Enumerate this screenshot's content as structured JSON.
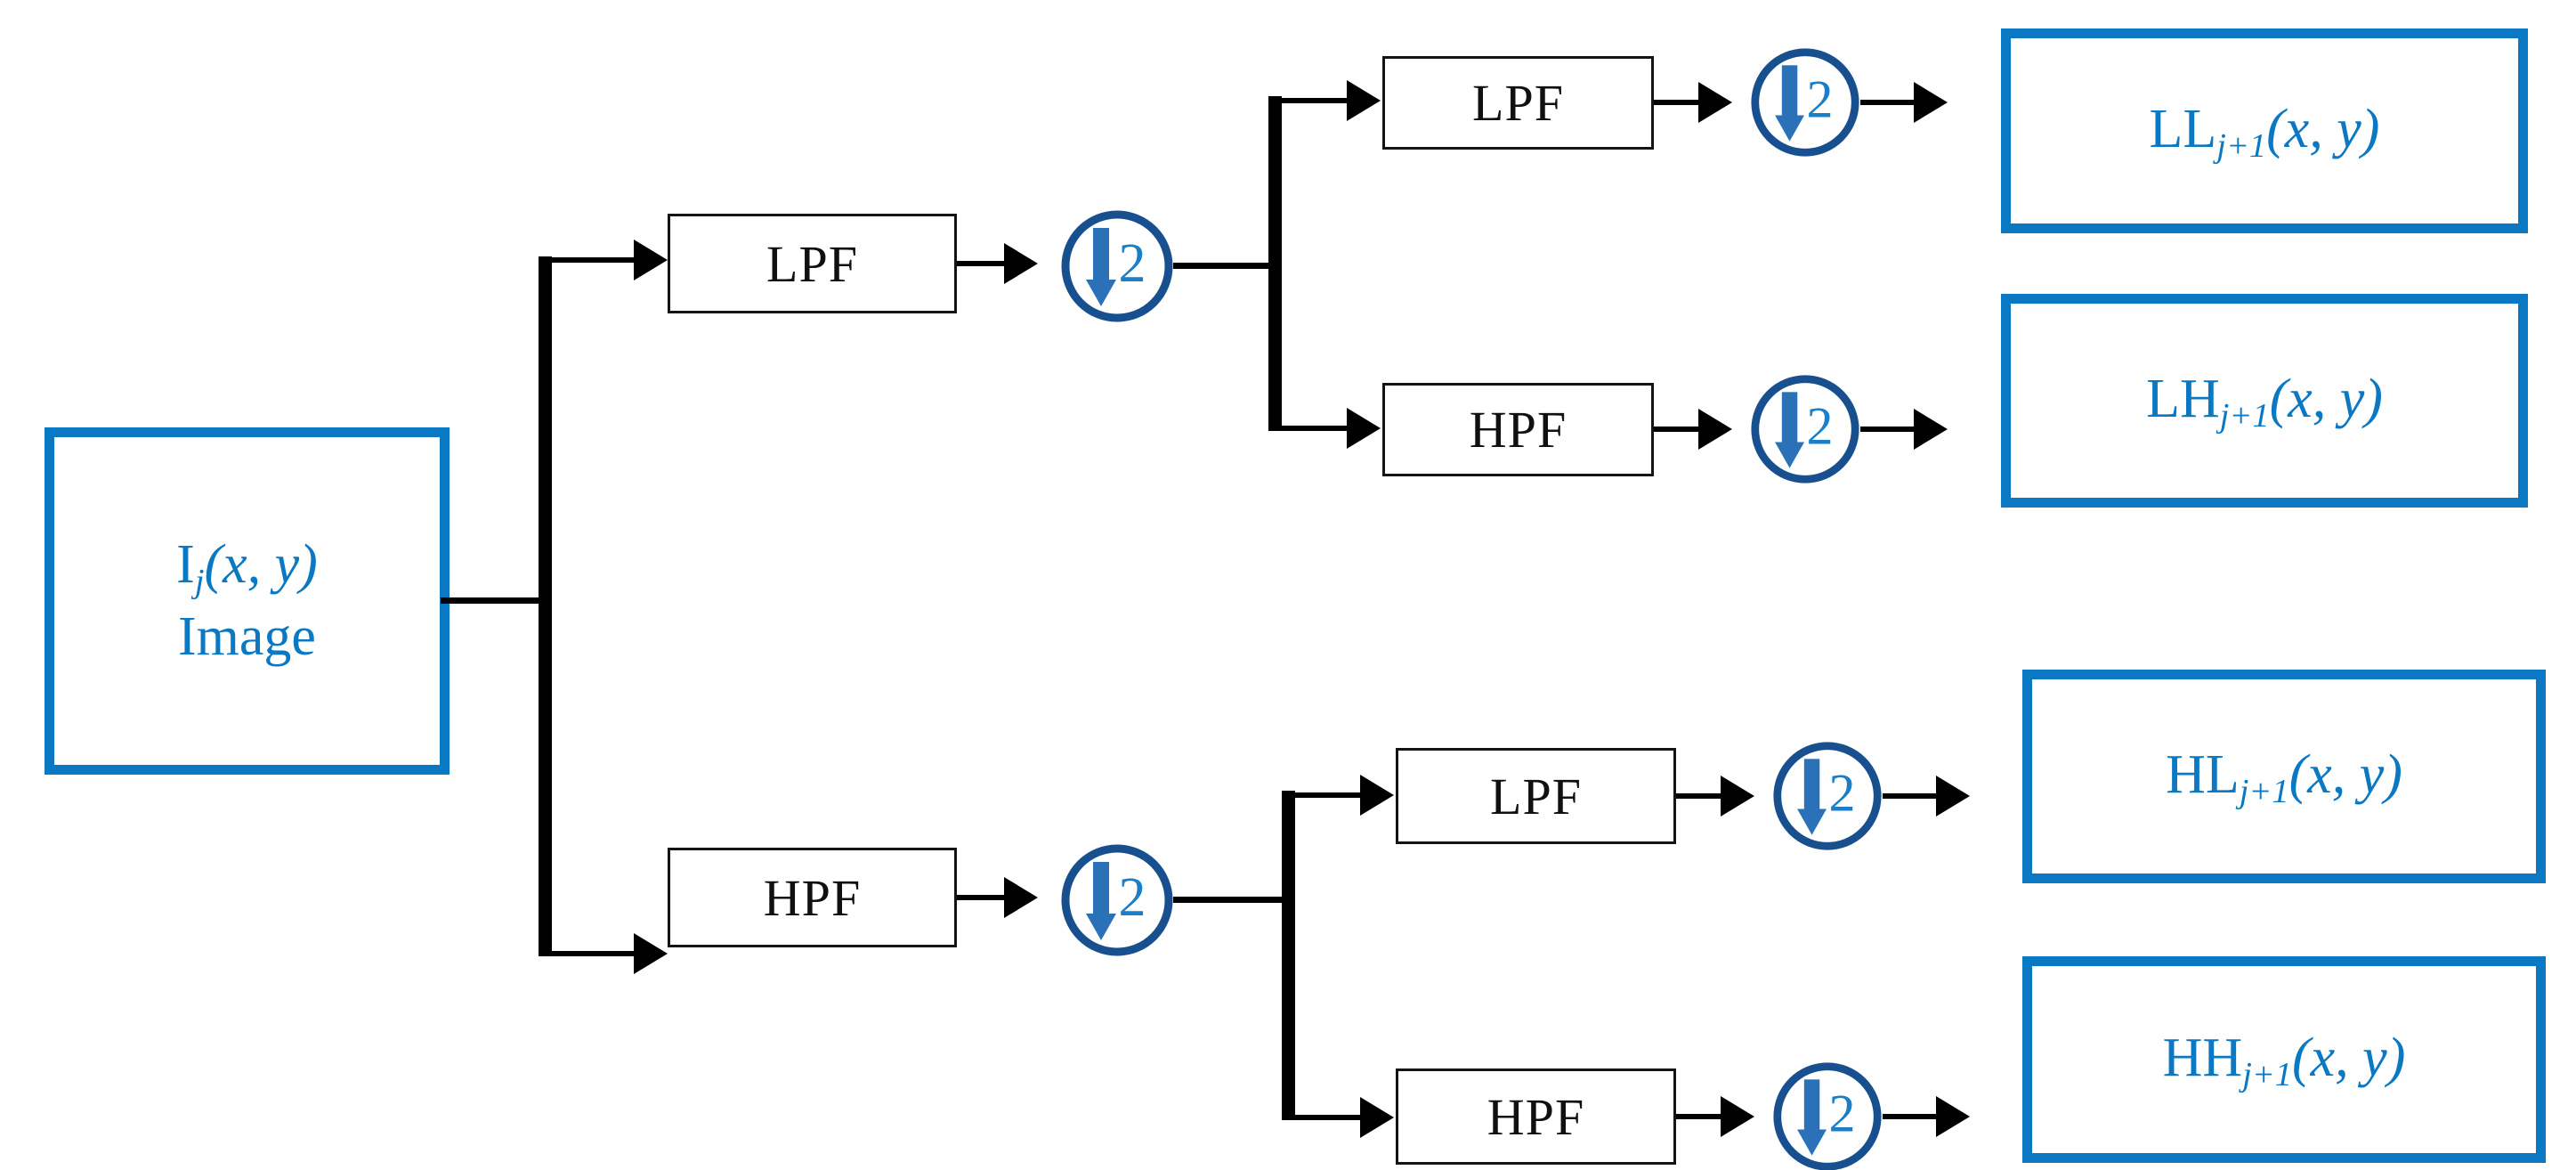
{
  "diagram": {
    "title": "Two-level 2D discrete wavelet transform filter bank",
    "colors": {
      "accent_blue": "#0b78c3",
      "circle_outline": "#18508f",
      "arrow_blue": "#2a71b8",
      "digit_blue": "#1a7fc8",
      "wire_black": "#000000",
      "filter_border": "#141414",
      "background": "#ffffff"
    },
    "input": {
      "id": "input-image",
      "line1_base": "I",
      "line1_sub": "j",
      "line1_rest": "(x, y)",
      "line2": "Image"
    },
    "filters": [
      {
        "id": "filter-l1-lpf",
        "label": "LPF"
      },
      {
        "id": "filter-l1-hpf",
        "label": "HPF"
      },
      {
        "id": "filter-l2-ll-lpf",
        "label": "LPF"
      },
      {
        "id": "filter-l2-lh-hpf",
        "label": "HPF"
      },
      {
        "id": "filter-l2-hl-lpf",
        "label": "LPF"
      },
      {
        "id": "filter-l2-hh-hpf",
        "label": "HPF"
      }
    ],
    "downsamplers": [
      {
        "id": "downsample-l1-low",
        "factor": "2",
        "icon": "down-arrow-icon"
      },
      {
        "id": "downsample-l1-high",
        "factor": "2",
        "icon": "down-arrow-icon"
      },
      {
        "id": "downsample-ll",
        "factor": "2",
        "icon": "down-arrow-icon"
      },
      {
        "id": "downsample-lh",
        "factor": "2",
        "icon": "down-arrow-icon"
      },
      {
        "id": "downsample-hl",
        "factor": "2",
        "icon": "down-arrow-icon"
      },
      {
        "id": "downsample-hh",
        "factor": "2",
        "icon": "down-arrow-icon"
      }
    ],
    "outputs": [
      {
        "id": "output-ll",
        "base": "LL",
        "sub": "j+1",
        "rest": "(x, y)"
      },
      {
        "id": "output-lh",
        "base": "LH",
        "sub": "j+1",
        "rest": "(x, y)"
      },
      {
        "id": "output-hl",
        "base": "HL",
        "sub": "j+1",
        "rest": "(x, y)"
      },
      {
        "id": "output-hh",
        "base": "HH",
        "sub": "j+1",
        "rest": "(x, y)"
      }
    ]
  }
}
